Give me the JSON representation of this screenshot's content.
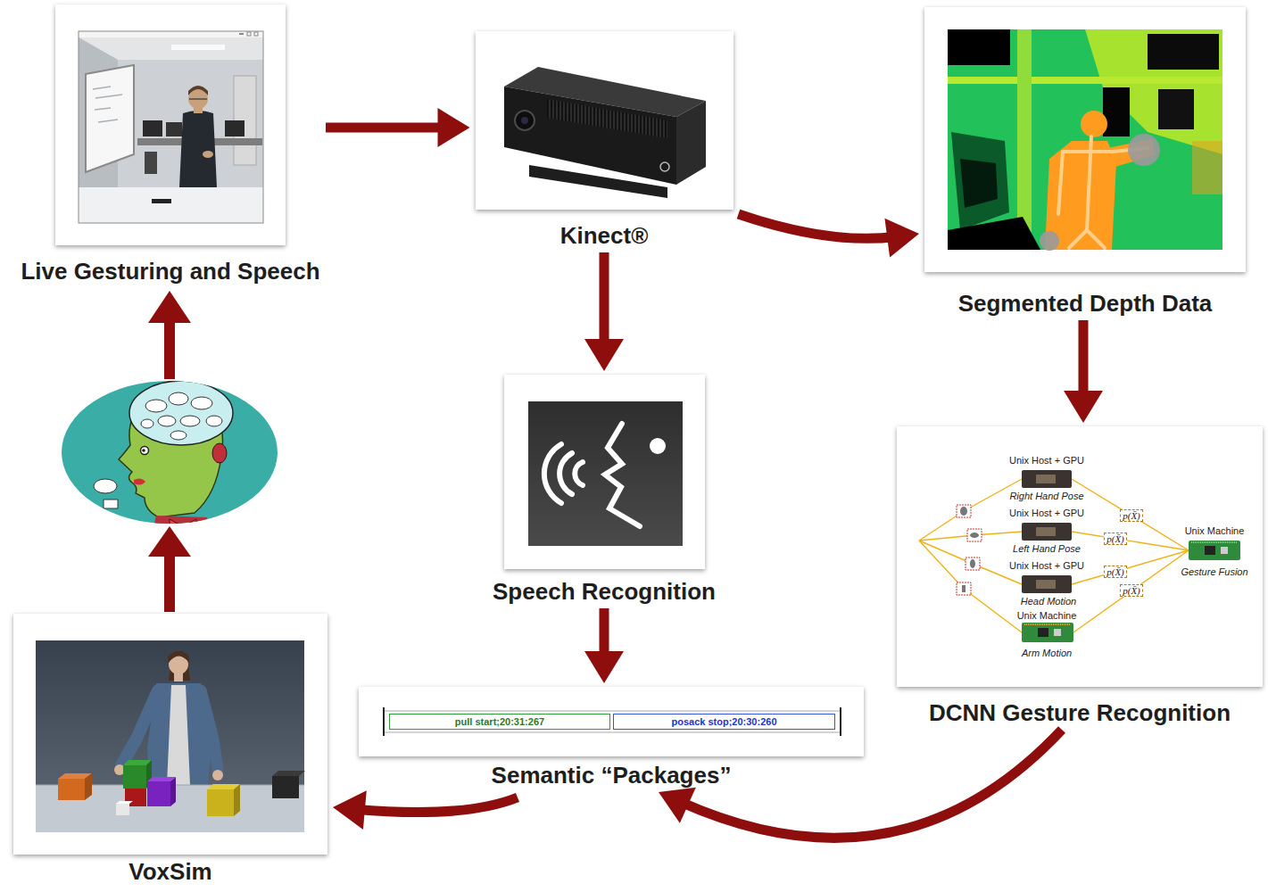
{
  "diagram": {
    "nodes": [
      {
        "text": [
          "Live Gesturing and Speech"
        ]
      },
      {
        "text": [
          "Kinect®"
        ]
      },
      {
        "text": [
          "Segmented Depth Data"
        ]
      },
      {
        "text": [
          "Speech Recognition"
        ]
      },
      {
        "text": [
          "DCNN Gesture Recognition"
        ]
      },
      {
        "text": [
          "Semantic “Packages”"
        ]
      },
      {
        "text": [
          "pull start;20:31:267"
        ],
        "in": 5
      },
      {
        "text": [
          "posack stop;20:30:260"
        ],
        "in": 5
      },
      {
        "text": [
          "VoxSim"
        ]
      }
    ],
    "edges": [
      {
        "from": 0,
        "to": 1,
        "arrow": "to"
      },
      {
        "from": 1,
        "to": 2,
        "arrow": "to"
      },
      {
        "from": 1,
        "to": 3,
        "arrow": "to"
      },
      {
        "from": 2,
        "to": 4,
        "arrow": "to"
      },
      {
        "from": 3,
        "to": 5,
        "arrow": "to"
      },
      {
        "from": 4,
        "to": 5,
        "arrow": "to"
      },
      {
        "from": 5,
        "to": 8,
        "arrow": "to"
      }
    ],
    "labels": [
      "Unix Host + GPU",
      "Right Hand Pose",
      "Unix Host + GPU",
      "Left Hand Pose",
      "Unix Host + GPU",
      "Head Motion",
      "Unix Machine",
      "Arm Motion",
      "Unix Machine",
      "Gesture Fusion",
      "p(X̄)",
      "p(X̄)",
      "p(X̄)",
      "p(X̄)"
    ]
  }
}
